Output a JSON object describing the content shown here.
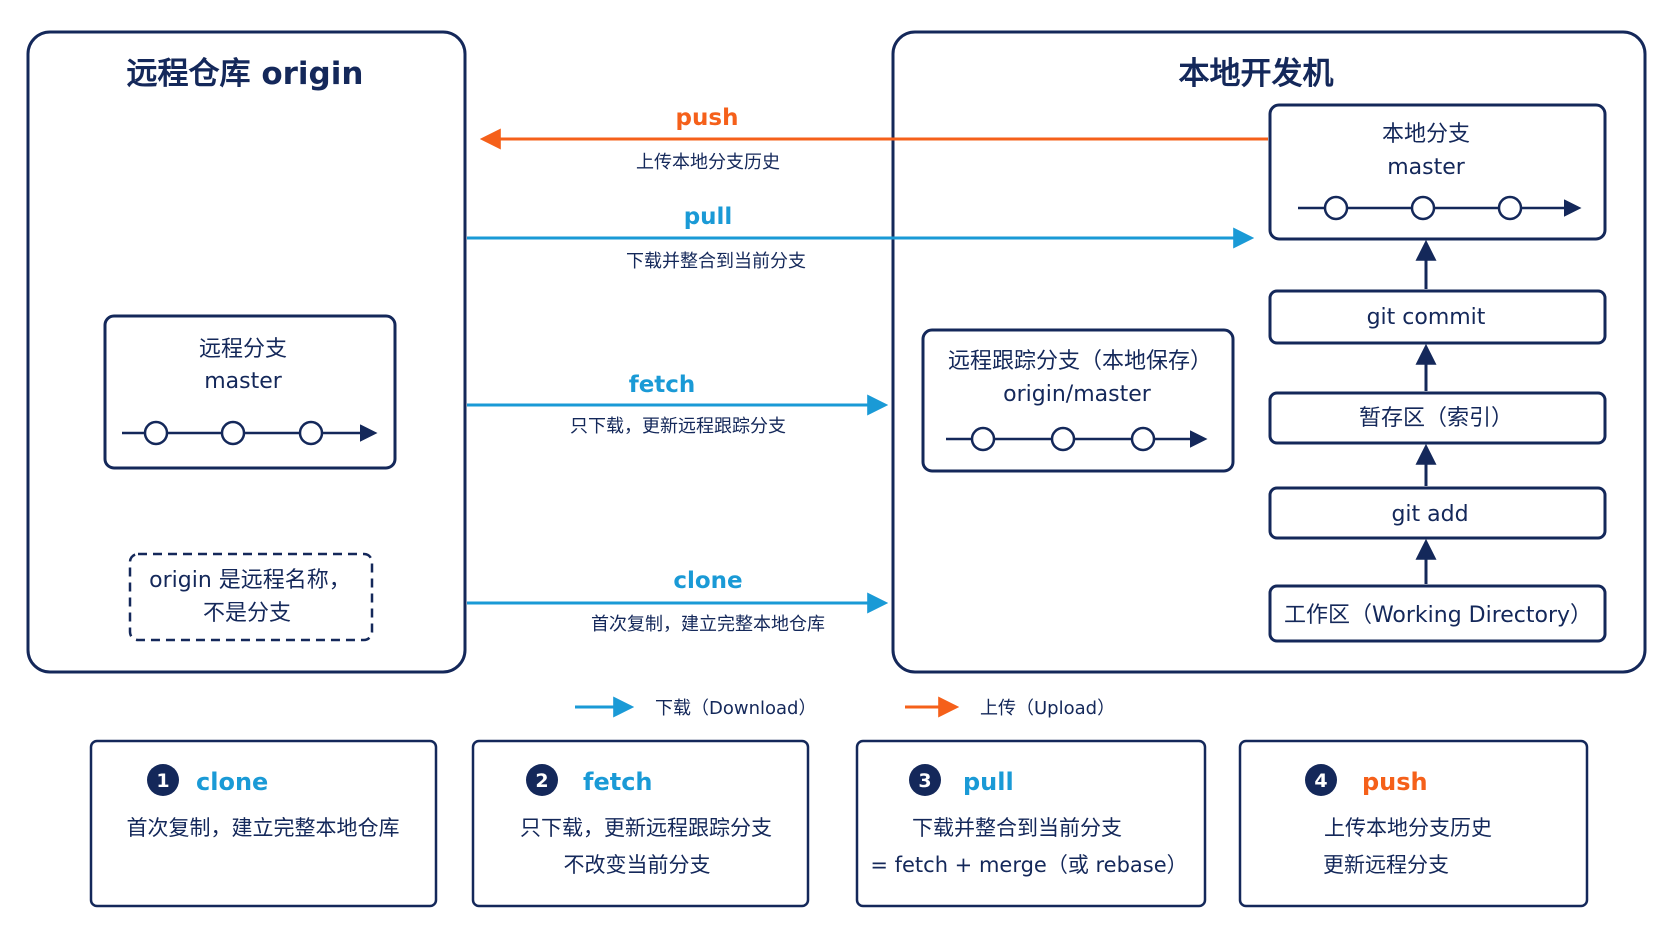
{
  "colors": {
    "navy": "#14285a",
    "download_blue": "#1a9ad6",
    "upload_orange": "#f5601a"
  },
  "remote": {
    "title": "远程仓库  origin",
    "branch_box": {
      "line1": "远程分支",
      "line2": "master"
    },
    "note": {
      "line1": "origin 是远程名称，",
      "line2": "不是分支"
    }
  },
  "local": {
    "title": "本地开发机",
    "branch_box": {
      "line1": "本地分支",
      "line2": "master"
    },
    "tracking_box": {
      "line1": "远程跟踪分支（本地保存）",
      "line2": "origin/master"
    },
    "stack": {
      "commit": "git commit",
      "staging": "暂存区（索引）",
      "add": "git add",
      "workdir": "工作区（Working Directory）"
    }
  },
  "arrows": {
    "push": {
      "label": "push",
      "desc": "上传本地分支历史"
    },
    "pull": {
      "label": "pull",
      "desc": "下载并整合到当前分支"
    },
    "fetch": {
      "label": "fetch",
      "desc": "只下载，更新远程跟踪分支"
    },
    "clone": {
      "label": "clone",
      "desc": "首次复制，建立完整本地仓库"
    }
  },
  "legend": {
    "download": "下载（Download）",
    "upload": "上传（Upload）"
  },
  "cards": [
    {
      "num": "1",
      "title": "clone",
      "lines": [
        "首次复制，建立完整本地仓库"
      ]
    },
    {
      "num": "2",
      "title": "fetch",
      "lines": [
        "只下载，更新远程跟踪分支",
        "不改变当前分支"
      ]
    },
    {
      "num": "3",
      "title": "pull",
      "lines": [
        "下载并整合到当前分支",
        "= fetch + merge（或 rebase）"
      ]
    },
    {
      "num": "4",
      "title": "push",
      "lines": [
        "上传本地分支历史",
        "更新远程分支"
      ]
    }
  ]
}
